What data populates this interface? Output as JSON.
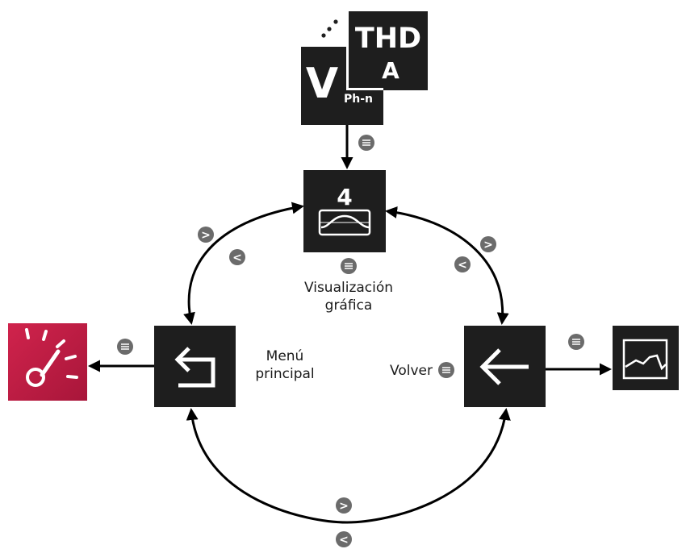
{
  "diagram": {
    "nodes": {
      "source_top": {
        "thd_text": "THD",
        "a_text": "A",
        "v_text": "V",
        "ph_text": "Ph-n",
        "icon": "vph-thd-icon"
      },
      "graph_view": {
        "number": "4",
        "icon": "sine-wave-icon",
        "label_line1": "Visualización",
        "label_line2": "gráfica"
      },
      "main_menu": {
        "icon": "return-arrow-icon",
        "label_line1": "Menú",
        "label_line2": "principal"
      },
      "back": {
        "icon": "left-arrow-icon",
        "label": "Volver"
      },
      "gauge_app": {
        "icon": "gauge-icon",
        "color": "#c41f45"
      },
      "chart_screen": {
        "icon": "line-chart-icon"
      }
    },
    "buttons": {
      "next_glyph": ">",
      "prev_glyph": "<",
      "ok_icon": "menu-lines-icon",
      "button_color": "#6b6b6b"
    },
    "colors": {
      "tile": "#1e1e1e",
      "accent": "#c41f45",
      "arrow": "#000000"
    }
  }
}
